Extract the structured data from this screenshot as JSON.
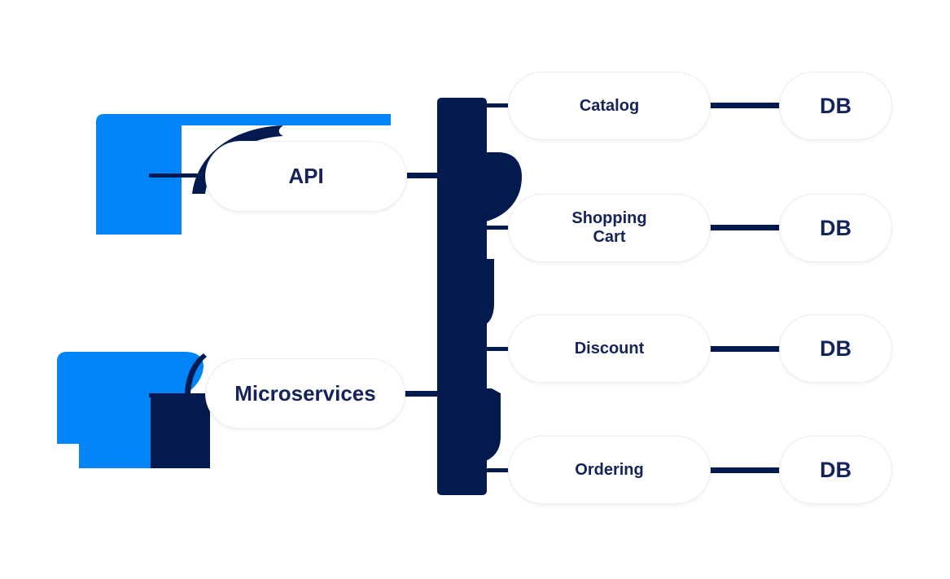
{
  "diagram": {
    "title": "Microservices architecture diagram",
    "colors": {
      "background": "#FFFFFF",
      "accent_blue": "#0084F8",
      "navy": "#021A4D",
      "node_fill": "#FFFFFF",
      "node_text": "#15235B"
    },
    "icons": {
      "api": "api-gateway-icon",
      "microservices": "microservices-stack-icon"
    },
    "api": {
      "label": "API"
    },
    "microservices": {
      "label": "Microservices"
    },
    "services": [
      {
        "label": "Catalog",
        "db": "DB"
      },
      {
        "label": "Shopping Cart",
        "db": "DB"
      },
      {
        "label": "Discount",
        "db": "DB"
      },
      {
        "label": "Ordering",
        "db": "DB"
      }
    ]
  }
}
